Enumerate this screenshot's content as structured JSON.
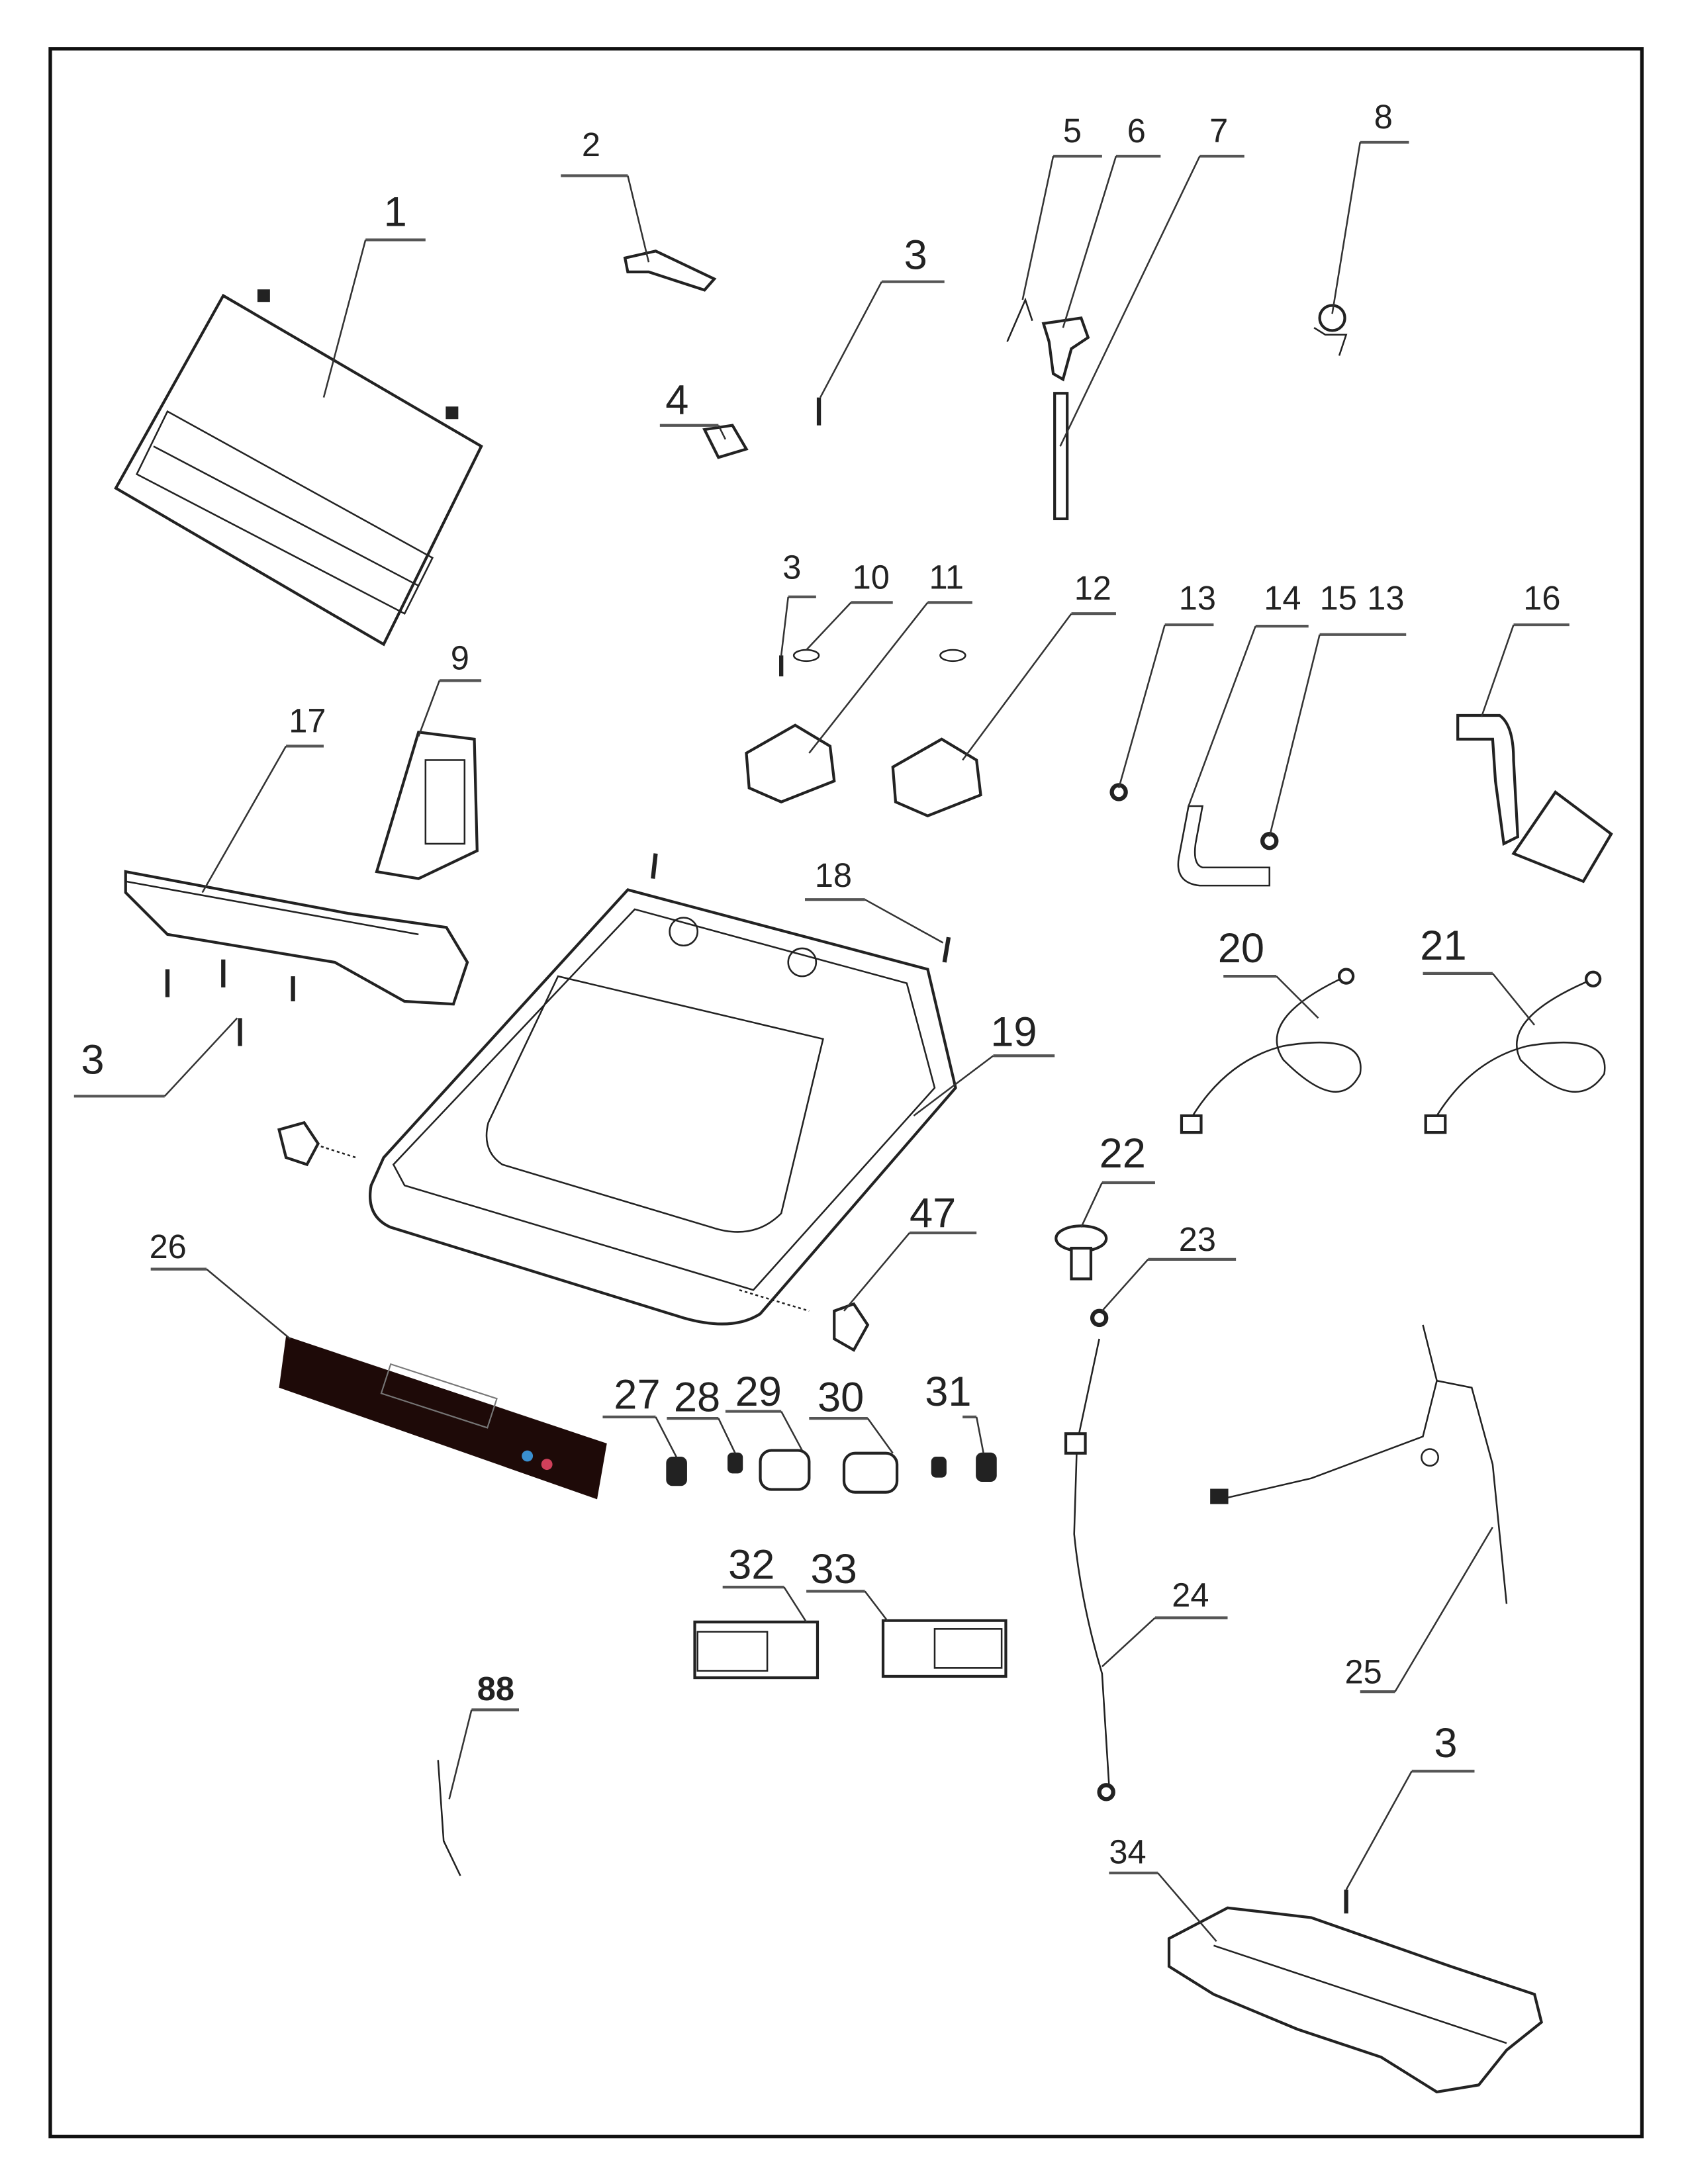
{
  "diagram": {
    "callouts": {
      "p1": "1",
      "p2": "2",
      "p3a": "3",
      "p4": "4",
      "p5": "5",
      "p6": "6",
      "p7": "7",
      "p8": "8",
      "p3b": "3",
      "p10": "10",
      "p11": "11",
      "p12": "12",
      "p13": "13",
      "p14": "14",
      "p15": "15",
      "p15b": "13",
      "p16": "16",
      "p9": "9",
      "p17": "17",
      "p3c": "3",
      "p18": "18",
      "p19": "19",
      "p20": "20",
      "p21": "21",
      "p22": "22",
      "p23": "23",
      "p47": "47",
      "p26": "26",
      "p27": "27",
      "p28": "28",
      "p29": "29",
      "p30": "30",
      "p31": "31",
      "p32": "32",
      "p33": "33",
      "p24": "24",
      "p25": "25",
      "p88": "88",
      "p3d": "3",
      "p34": "34"
    },
    "colors": {
      "control_panel": "#1e0a08",
      "button_blue": "#3a8fd0",
      "button_red": "#d0405a"
    }
  }
}
